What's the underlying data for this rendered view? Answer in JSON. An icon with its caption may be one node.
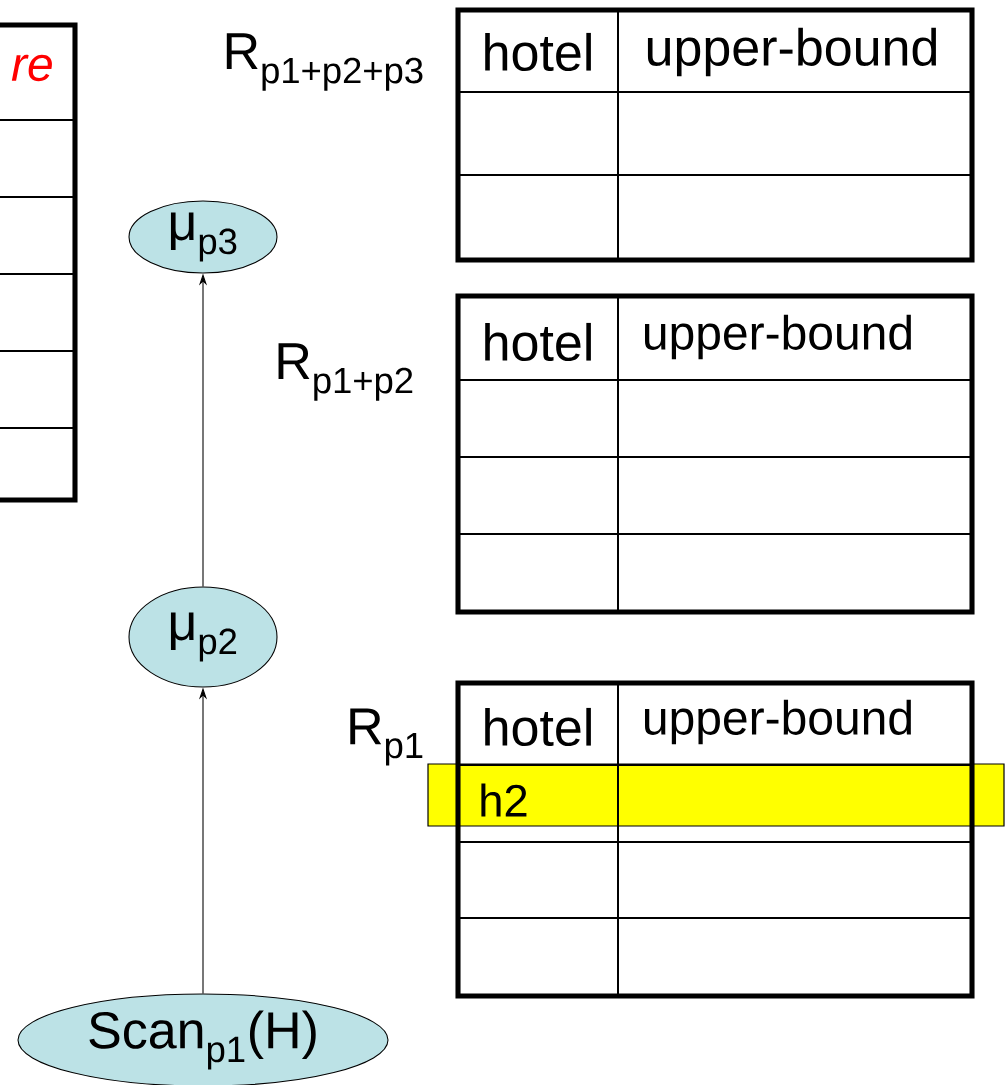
{
  "diagram": {
    "nodes": [
      {
        "text": [
          "μ$_{p3}$"
        ]
      },
      {
        "text": [
          "μ$_{p2}$"
        ]
      },
      {
        "text": [
          "Scan$_{p1}$(H)"
        ]
      }
    ],
    "edges": [
      {
        "from": 2,
        "to": 1,
        "arrow": "to"
      },
      {
        "from": 1,
        "to": 0,
        "arrow": "to"
      }
    ],
    "labels": [
      "re",
      "R$_{p1+p2+p3}$",
      "hotel",
      "upper-bound",
      "R$_{p1+p2}$",
      "hotel",
      "upper-bound",
      "R$_{p1}$",
      "hotel",
      "upper-bound",
      "h2"
    ]
  }
}
